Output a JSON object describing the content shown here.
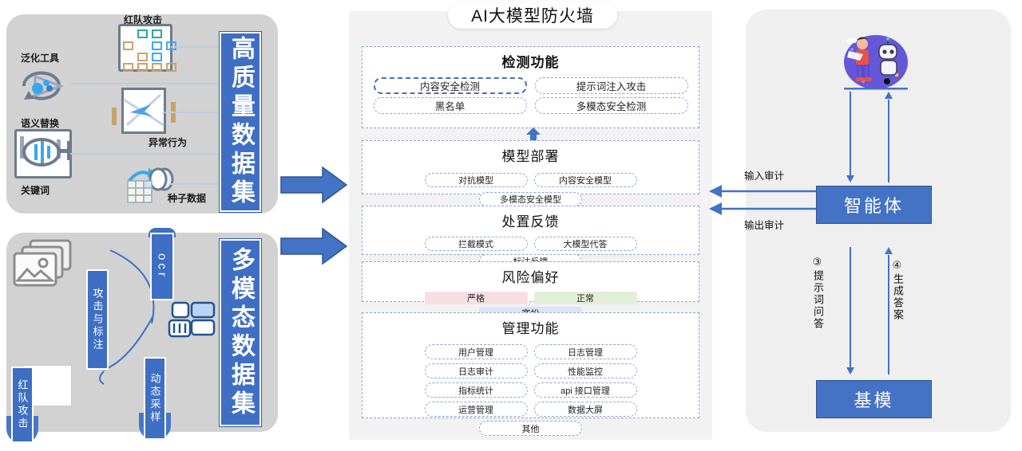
{
  "title": {
    "text": "AI大模型防火墙"
  },
  "left": {
    "hq_dataset": {
      "bar_label": "高质量数据集",
      "icons": [
        {
          "name": "red-team-attack",
          "label": "红队攻击"
        },
        {
          "name": "generalization-tool",
          "label": "泛化工具"
        },
        {
          "name": "semantic-substitution",
          "label": "语义替换"
        },
        {
          "name": "keyword",
          "label": "关键词"
        },
        {
          "name": "anomalous-behavior",
          "label": "异常行为"
        },
        {
          "name": "seed-data",
          "label": "种子数据"
        }
      ]
    },
    "mm_dataset": {
      "bar_label": "多模态数据集",
      "labels": {
        "ocr": "ocr",
        "attack_annotate": "攻击与标注",
        "red_team_attack": "红队攻击",
        "dynamic_sampling": "动态采样"
      }
    }
  },
  "firewall": {
    "sections": [
      {
        "key": "detect",
        "title": "检测功能",
        "items": [
          "内容安全检测",
          "提示词注入攻击",
          "黑名单",
          "多模态安全检测"
        ],
        "emphasized": "内容安全检测"
      },
      {
        "key": "deploy",
        "title": "模型部署",
        "items": [
          "对抗模型",
          "内容安全模型",
          "多模态安全模型"
        ]
      },
      {
        "key": "dispose",
        "title": "处置反馈",
        "items": [
          "拦截模式",
          "大模型代答",
          "标注反馈"
        ]
      },
      {
        "key": "risk",
        "title": "风险偏好",
        "items": [
          {
            "label": "严格",
            "color": "#f6dfe3"
          },
          {
            "label": "正常",
            "color": "#e3efd9"
          },
          {
            "label": "宽松",
            "color": "#dde4f5"
          }
        ]
      },
      {
        "key": "manage",
        "title": "管理功能",
        "items": [
          "用户管理",
          "日志管理",
          "日志审计",
          "性能监控",
          "指标统计",
          "api 接口管理",
          "运营管理",
          "数据大屏",
          "其他"
        ]
      }
    ]
  },
  "right": {
    "illustration_name": "human-and-robot-illustration",
    "agent_box": "智能体",
    "base_model_box": "基模",
    "audit": {
      "input": "输入审计",
      "output": "输出审计"
    },
    "flows": {
      "prompt": "③提示词问答",
      "answer": "④生成答案"
    }
  },
  "colors": {
    "accent_blue": "#4472c4",
    "bar_blue": "#3f6fc4",
    "panel_gray": "#d2d2d2",
    "center_gray": "#f2f2f2",
    "right_gray": "#efefef",
    "dash_border": "#8fa6d4"
  }
}
